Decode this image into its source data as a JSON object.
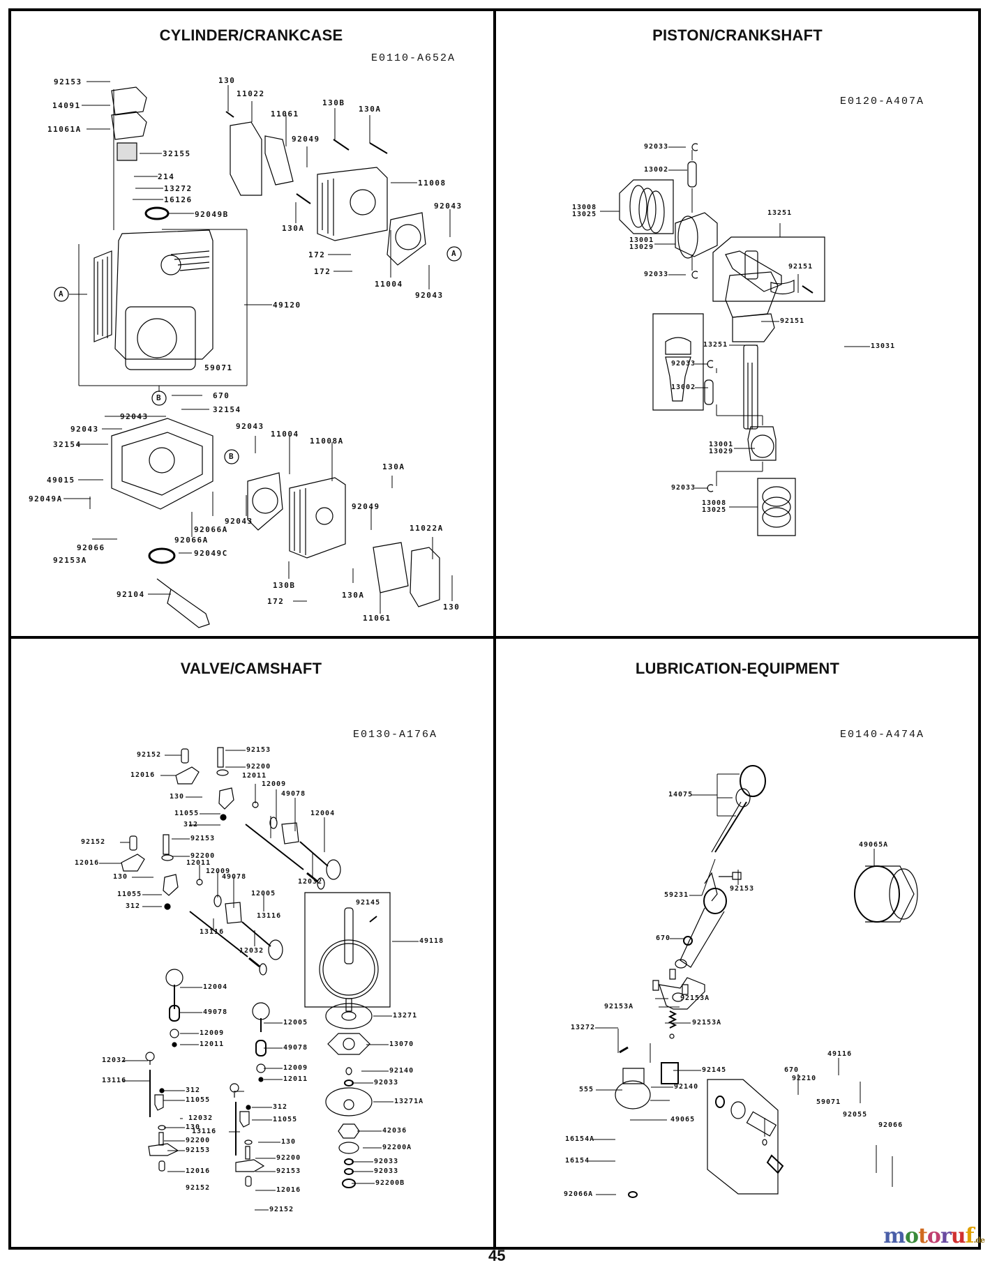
{
  "page": {
    "page_number": "45",
    "watermark": {
      "letters": [
        "m",
        "o",
        "t",
        "o",
        "r",
        "u",
        "f"
      ],
      "colors": [
        "#4a5fa8",
        "#3a8a3a",
        "#d06a20",
        "#c04070",
        "#6a4aa0",
        "#d03030",
        "#e0a000"
      ],
      "suffix": ".de"
    }
  },
  "panels": [
    {
      "title": "CYLINDER/CRANKCASE",
      "code": "E0110-A652A",
      "labels": [
        "92153",
        "14091",
        "11061A",
        "32155",
        "214",
        "13272",
        "16126",
        "92049B",
        "130",
        "11022",
        "11061",
        "130B",
        "130A",
        "92049",
        "11008",
        "92043",
        "130A",
        "172",
        "172",
        "11004",
        "92043",
        "49120",
        "59071",
        "670",
        "32154",
        "92043",
        "92043",
        "32154",
        "49015",
        "92049A",
        "92066",
        "92153A",
        "92066A",
        "92066A",
        "92049C",
        "92104",
        "92043",
        "11004",
        "11008A",
        "130A",
        "92049",
        "92043",
        "11022A",
        "130B",
        "130A",
        "172",
        "11061",
        "130"
      ],
      "callouts": [
        "A",
        "A",
        "B",
        "B"
      ]
    },
    {
      "title": "PISTON/CRANKSHAFT",
      "code": "E0120-A407A",
      "labels": [
        "92033",
        "13002",
        "13008\n13025",
        "13001\n13029",
        "92033",
        "13251",
        "92151",
        "13031",
        "92151",
        "13251",
        "92033",
        "13002",
        "13001\n13029",
        "92033",
        "13008\n13025"
      ]
    },
    {
      "title": "VALVE/CAMSHAFT",
      "code": "E0130-A176A",
      "labels": [
        "92153",
        "92152",
        "92200",
        "12016",
        "12011",
        "12009",
        "130",
        "49078",
        "11055",
        "312",
        "12004",
        "92152",
        "92153",
        "92200",
        "12016",
        "12011",
        "12009",
        "130",
        "49078",
        "11055",
        "13116",
        "12032",
        "312",
        "12005",
        "13116",
        "12032",
        "92145",
        "49118",
        "12004",
        "49078",
        "12009",
        "12011",
        "12005",
        "12032",
        "13271",
        "49078",
        "13116",
        "312",
        "13070",
        "11055",
        "12009",
        "12032",
        "92140",
        "12011",
        "130",
        "92033",
        "92200",
        "92153",
        "312",
        "13271A",
        "13116",
        "11055",
        "12016",
        "130",
        "42036",
        "92152",
        "92200",
        "92200A",
        "92153",
        "92033",
        "92033",
        "12016",
        "92200B",
        "92152"
      ]
    },
    {
      "title": "LUBRICATION-EQUIPMENT",
      "code": "E0140-A474A",
      "labels": [
        "14075",
        "92153",
        "59231",
        "670",
        "49065A",
        "92153A",
        "92153A",
        "92153A",
        "13272",
        "92145",
        "670",
        "49116",
        "92140",
        "92210",
        "555",
        "59071",
        "92055",
        "16154A",
        "49065",
        "92066",
        "16154",
        "92066A"
      ]
    }
  ]
}
